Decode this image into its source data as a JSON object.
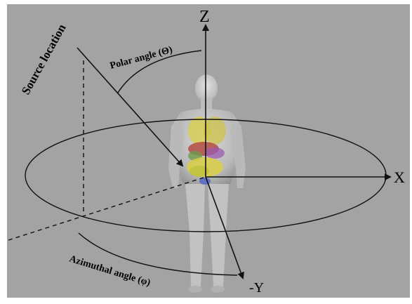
{
  "axes": {
    "z_label": "Z",
    "x_label": "X",
    "neg_y_label": "-Y"
  },
  "annotations": {
    "source_location": "Source location",
    "polar_angle": "Polar angle (Θ)",
    "azimuthal_angle": "Azimuthal  angle (φ)"
  },
  "colors": {
    "background": "#a3a3a3",
    "line": "#111111",
    "body": "#c8c8c8",
    "organs_yellow": "#d8cf45",
    "organs_red": "#b0443c",
    "organs_green": "#6f9a4a",
    "organs_blue": "#5a6cc8",
    "organs_purple": "#9a5ab0"
  }
}
